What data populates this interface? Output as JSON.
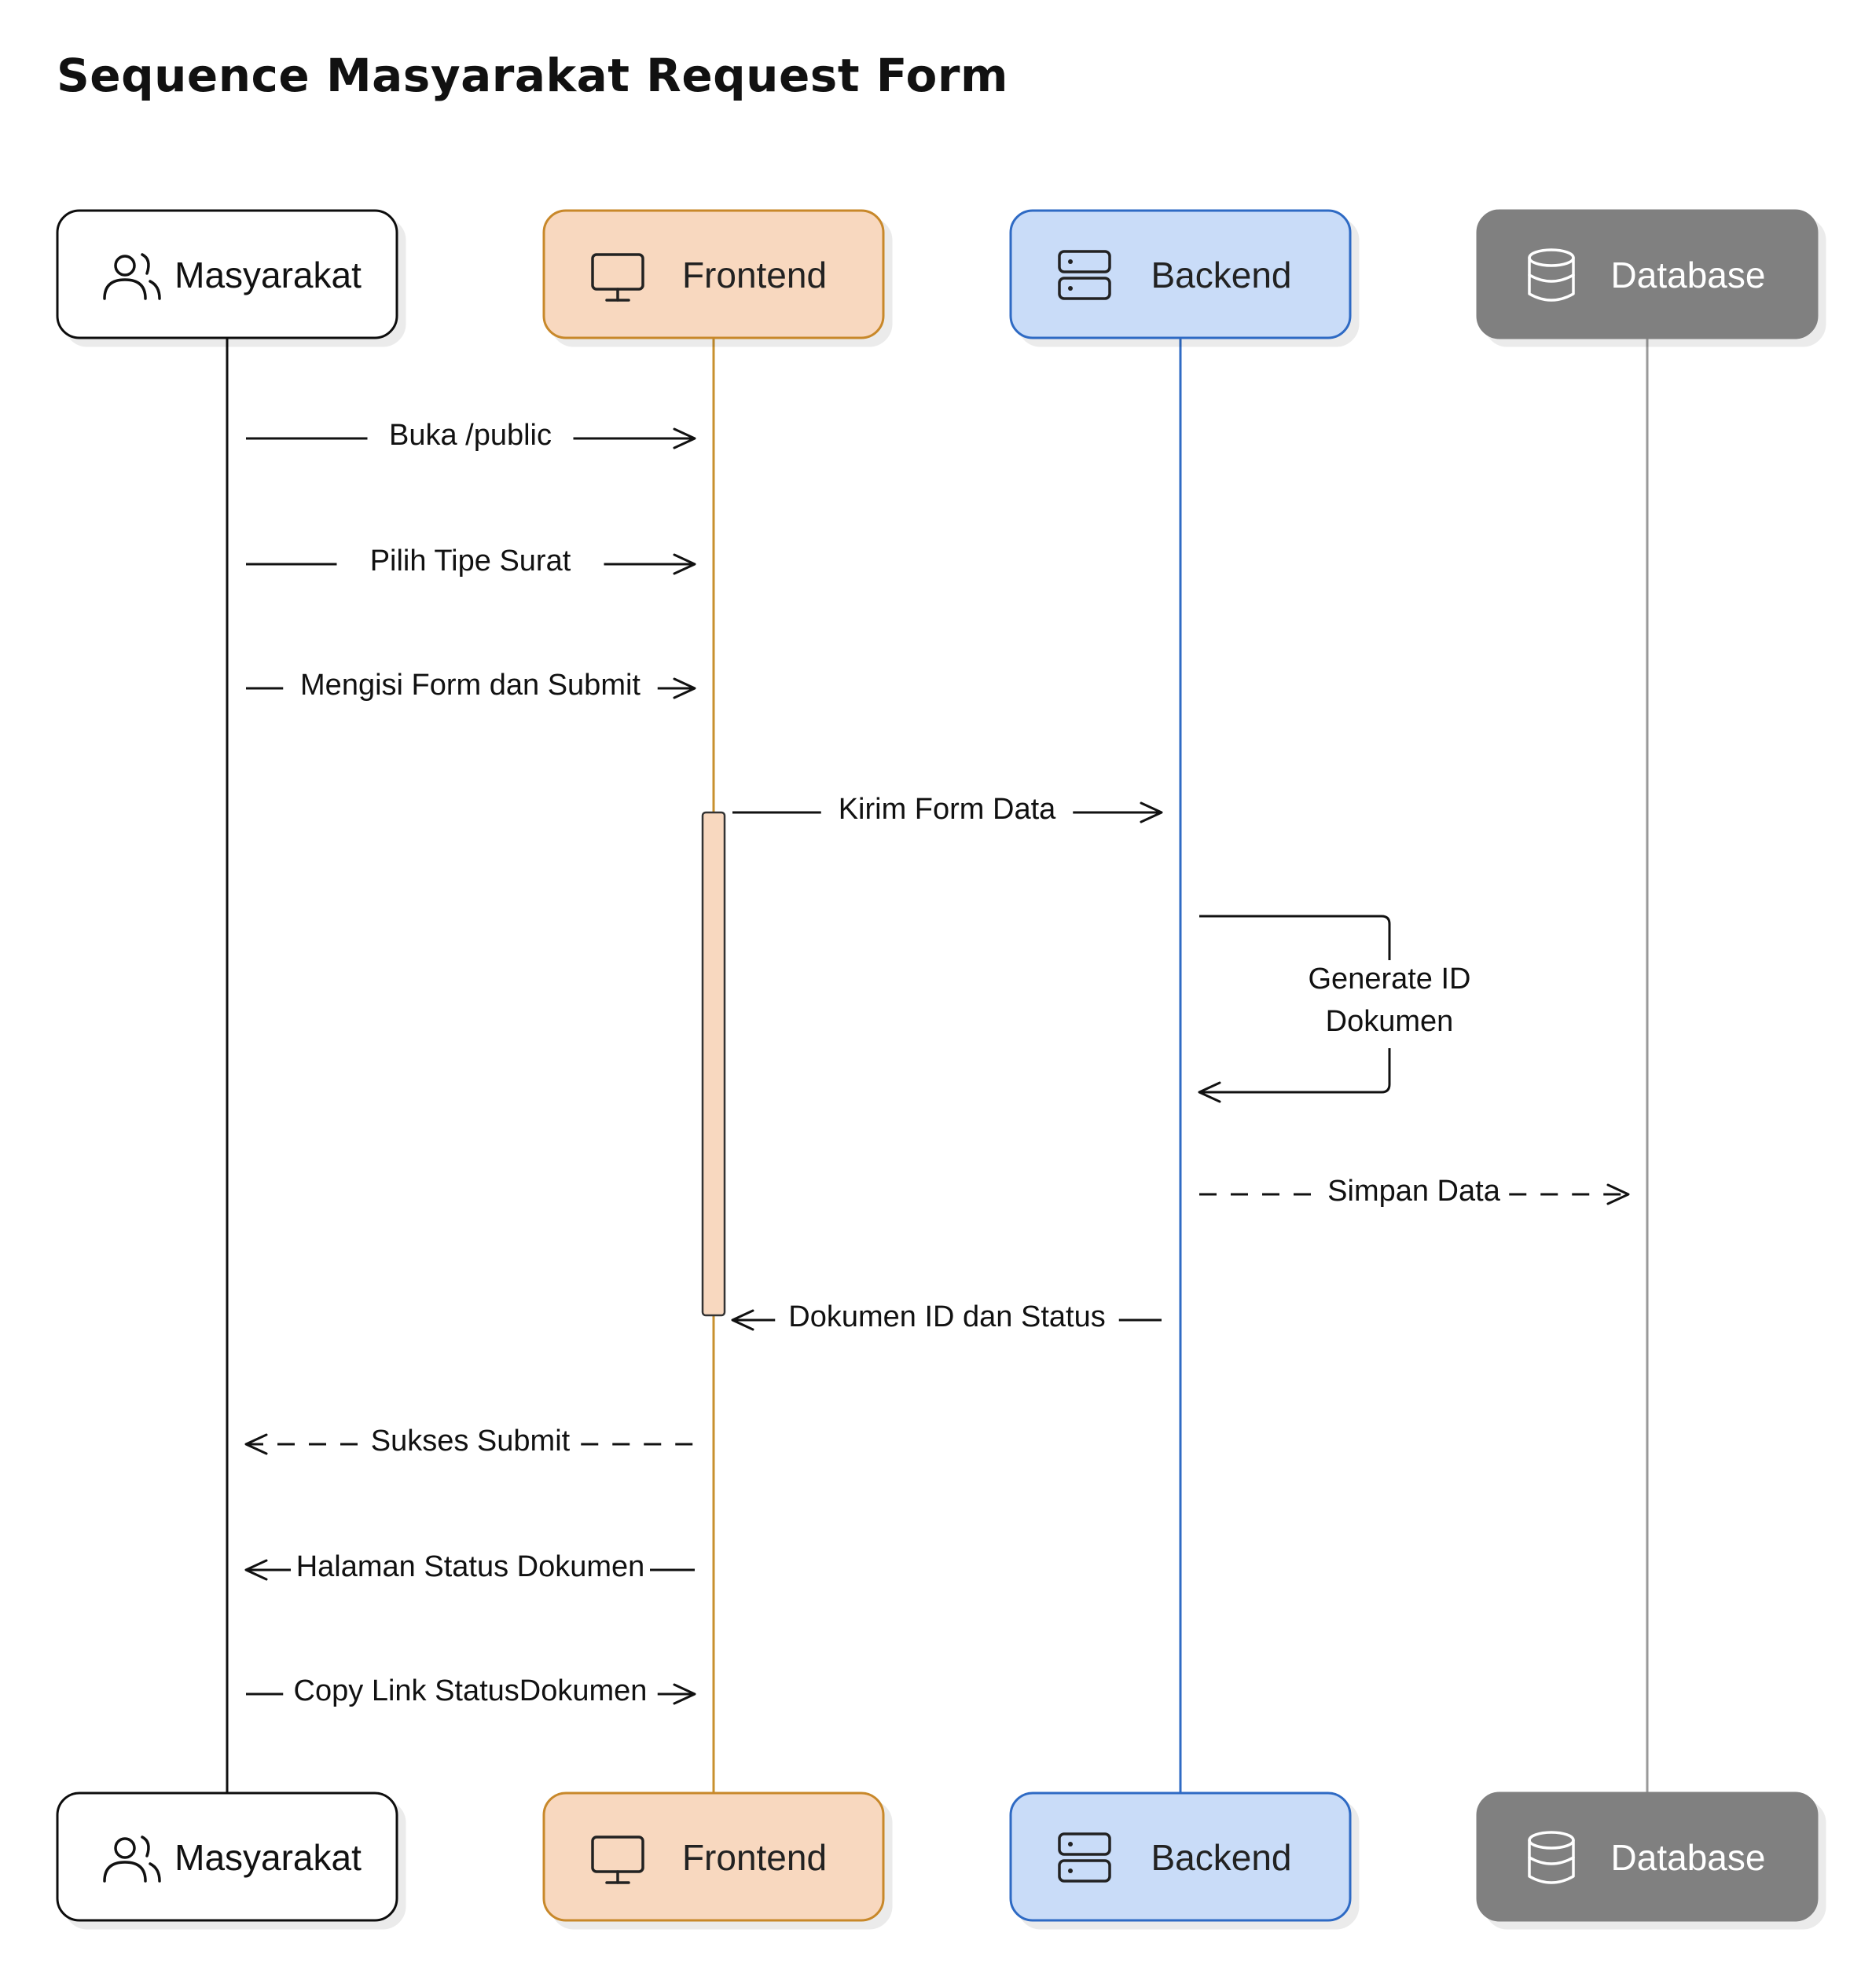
{
  "title": "Sequence Masyarakat Request Form",
  "participants": [
    {
      "id": "masyarakat",
      "label": "Masyarakat",
      "icon": "users-icon",
      "fill": "#ffffff",
      "stroke": "#111111",
      "text": "#111111",
      "lifeline": "#111111"
    },
    {
      "id": "frontend",
      "label": "Frontend",
      "icon": "monitor-icon",
      "fill": "#f8d8bf",
      "stroke": "#c8882a",
      "text": "#222222",
      "lifeline": "#c8902e"
    },
    {
      "id": "backend",
      "label": "Backend",
      "icon": "server-icon",
      "fill": "#c9dcf8",
      "stroke": "#2f6bc4",
      "text": "#222222",
      "lifeline": "#2f6bc4"
    },
    {
      "id": "database",
      "label": "Database",
      "icon": "database-icon",
      "fill": "#808080",
      "stroke": "#808080",
      "text": "#ffffff",
      "lifeline": "#9a9a9a"
    }
  ],
  "messages": [
    {
      "from": "masyarakat",
      "to": "frontend",
      "label": "Buka /public",
      "style": "solid"
    },
    {
      "from": "masyarakat",
      "to": "frontend",
      "label": "Pilih Tipe Surat",
      "style": "solid"
    },
    {
      "from": "masyarakat",
      "to": "frontend",
      "label": "Mengisi Form dan Submit",
      "style": "solid"
    },
    {
      "from": "frontend",
      "to": "backend",
      "label": "Kirim Form Data",
      "style": "solid"
    },
    {
      "from": "backend",
      "to": "backend",
      "label": "Generate ID\nDokumen",
      "style": "self"
    },
    {
      "from": "backend",
      "to": "database",
      "label": "Simpan Data",
      "style": "dashed"
    },
    {
      "from": "backend",
      "to": "frontend",
      "label": "Dokumen ID dan Status",
      "style": "solid"
    },
    {
      "from": "frontend",
      "to": "masyarakat",
      "label": "Sukses Submit",
      "style": "dashed"
    },
    {
      "from": "frontend",
      "to": "masyarakat",
      "label": "Halaman Status Dokumen",
      "style": "solid"
    },
    {
      "from": "masyarakat",
      "to": "frontend",
      "label": "Copy Link StatusDokumen",
      "style": "solid"
    }
  ],
  "activation": {
    "participant": "frontend",
    "fill": "#f8d8bf",
    "stroke": "#333333"
  }
}
